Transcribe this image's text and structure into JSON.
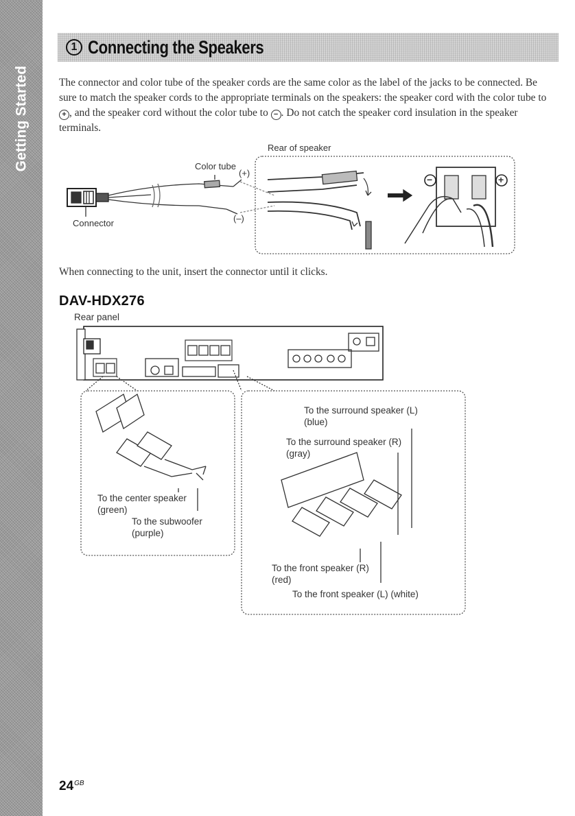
{
  "sidebar": {
    "section": "Getting Started"
  },
  "section": {
    "number": "1",
    "title": "Connecting the Speakers"
  },
  "intro": {
    "part1": "The connector and color tube of the speaker cords are the same color as the label of the jacks to be connected. Be sure to match the speaker cords to the appropriate terminals on the speakers: the speaker cord with the color tube to",
    "plus_symbol": "+",
    "part2": ", and the speaker cord without the color tube to",
    "minus_symbol": "−",
    "part3": ". Do not catch the speaker cord insulation in the speaker terminals."
  },
  "cord_diagram": {
    "rear_of_speaker": "Rear of speaker",
    "color_tube": "Color tube",
    "plus_label": "(+)",
    "minus_label": "(–)",
    "connector": "Connector",
    "terminal_minus": "−",
    "terminal_plus": "+"
  },
  "click_note": "When connecting to the unit, insert the connector until it clicks.",
  "model": "DAV-HDX276",
  "rear_panel": "Rear panel",
  "left_callout": {
    "center_line1": "To the center speaker",
    "center_line2": "(green)",
    "sub_line1": "To the subwoofer",
    "sub_line2": "(purple)"
  },
  "right_callout": {
    "surround_l_line1": "To the surround speaker (L)",
    "surround_l_line2": "(blue)",
    "surround_r_line1": "To the surround speaker (R)",
    "surround_r_line2": "(gray)",
    "front_r_line1": "To the front speaker (R)",
    "front_r_line2": "(red)",
    "front_l": "To the front speaker (L) (white)"
  },
  "page": {
    "number": "24",
    "suffix": "GB"
  }
}
